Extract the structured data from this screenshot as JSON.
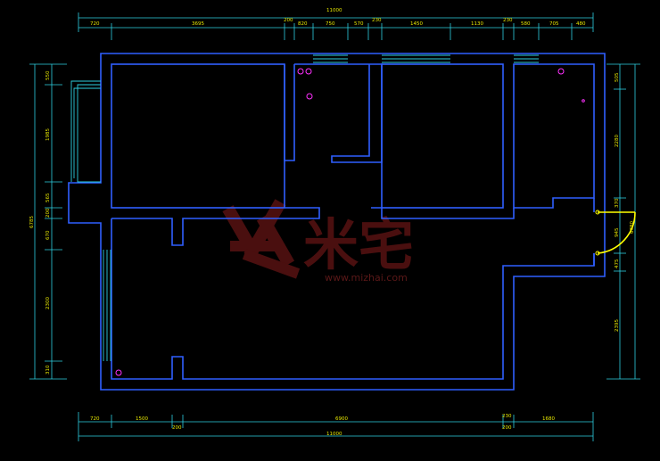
{
  "dimensions": {
    "top_total": "11000",
    "top_segments": [
      "720",
      "3695",
      "200",
      "820",
      "750",
      "570",
      "230",
      "1450",
      "1130",
      "230",
      "580",
      "705",
      "480"
    ],
    "bottom_segments": [
      "720",
      "1500",
      "200",
      "6900",
      "230",
      "1680"
    ],
    "bottom_extra": "200",
    "bottom_total": "11000",
    "left_total": "6785",
    "left_segments": [
      "550",
      "1985",
      "565",
      "200",
      "670",
      "2300",
      "310"
    ],
    "right_segments": [
      "505",
      "2280",
      "370",
      "945",
      "475",
      "2395"
    ],
    "right_total": "6780"
  },
  "watermark": {
    "brand": "米宅",
    "url": "www.mizhai.com"
  },
  "colors": {
    "background": "#000000",
    "walls": "#2f5fff",
    "dimension_lines": "#2ecfe0",
    "dimension_text": "#e8e800",
    "door": "#ffff00",
    "fixtures": "#ff30ff",
    "watermark": "#4a0f0f"
  }
}
